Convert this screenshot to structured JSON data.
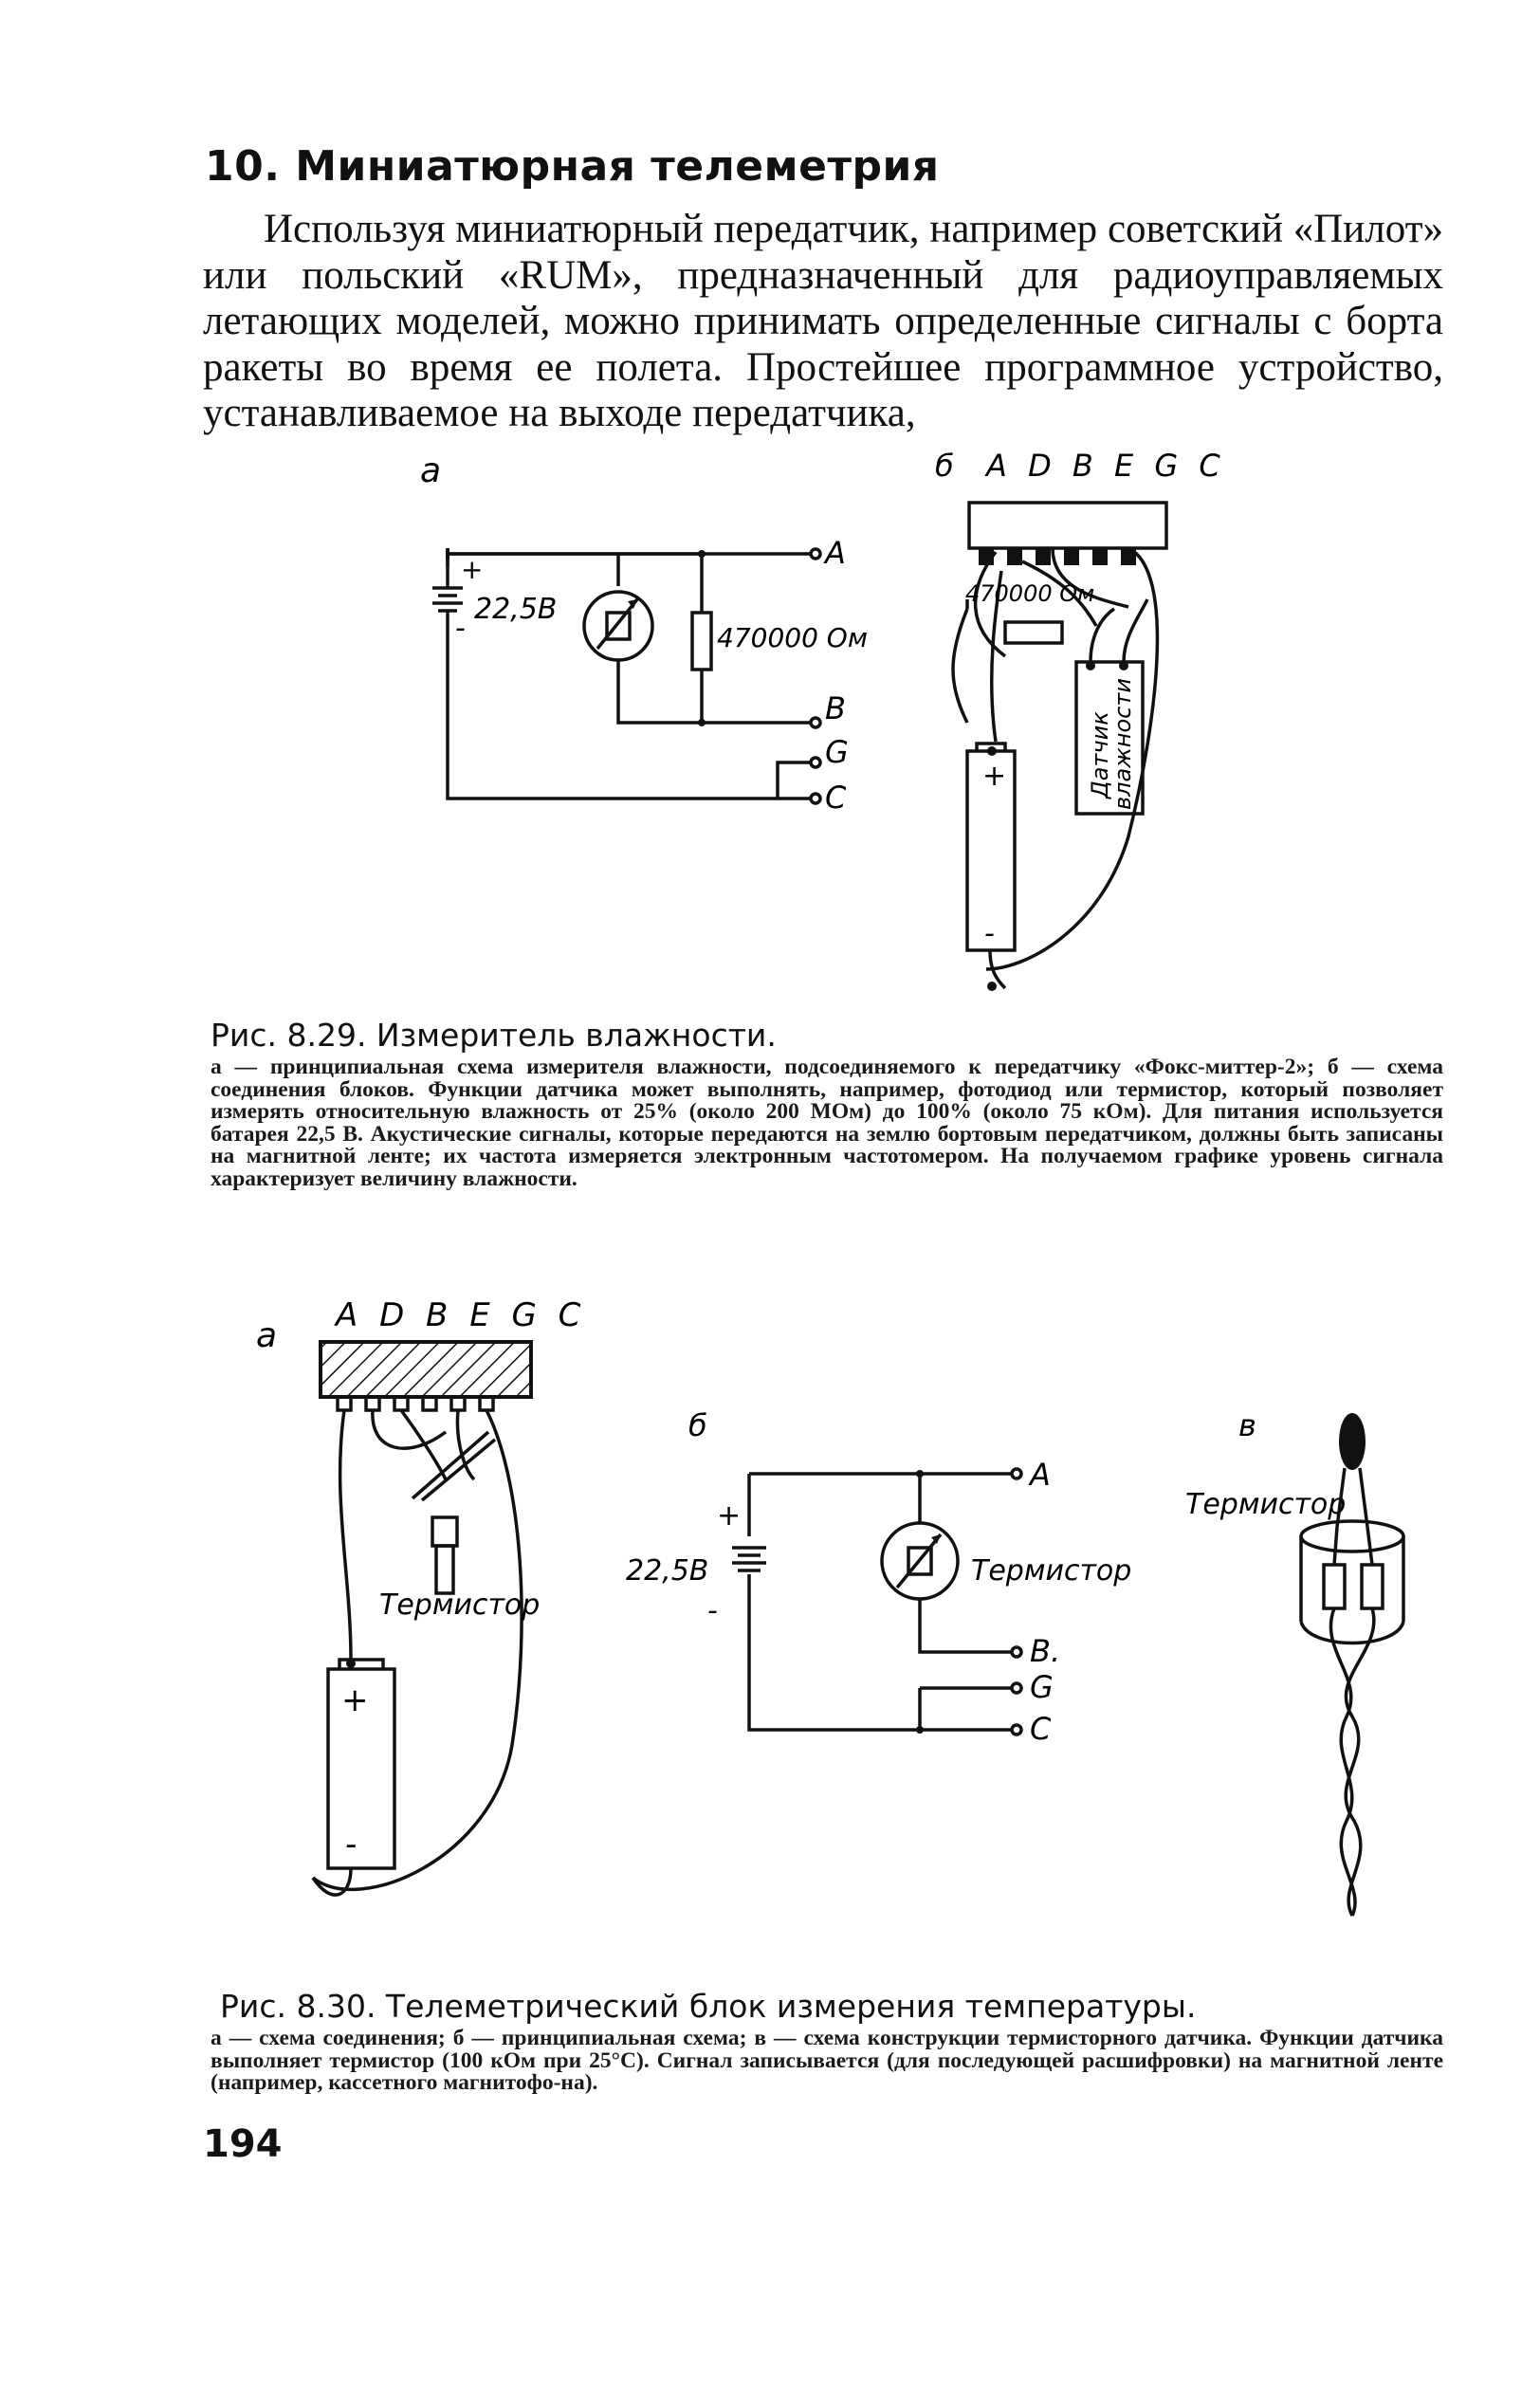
{
  "section": {
    "heading": "10. Миниатюрная телеметрия",
    "intro": "Используя миниатюрный передатчик, например советский «Пилот» или польский «RUM», предназначенный для радиоуправляемых летающих моделей, можно принимать определенные сигналы с борта ракеты во время ее полета. Простейшее программное устройство, устанавливаемое на выходе передатчика,"
  },
  "figure_829": {
    "panel_a_letter": "а",
    "panel_b_letter": "б",
    "battery_plus": "+",
    "battery_minus": "-",
    "battery_voltage": "22,5В",
    "resistor_label": "470000 Ом",
    "resistor_label_b": "470000 Ом",
    "terminal_a": "A",
    "terminal_b": "B",
    "terminal_g": "G",
    "terminal_c": "C",
    "connector_pins": "A D B E G C",
    "sensor_label_line1": "Датчик",
    "sensor_label_line2": "влажности",
    "cell_plus": "+",
    "cell_minus": "-",
    "caption_title": "Рис. 8.29. Измеритель влажности.",
    "caption_body": "а — принципиальная схема измерителя влажности, подсоединяемого к передатчику «Фокс-миттер-2»; б — схема соединения блоков. Функции датчика может выполнять, например, фотодиод или термистор, который позволяет измерять относительную влажность от 25% (около 200 МОм) до 100% (около 75 кОм). Для питания используется батарея 22,5 В. Акустические сигналы, которые передаются на землю бортовым передатчиком, должны быть записаны на магнитной ленте; их частота измеряется электронным частотомером. На получаемом графике уровень сигнала характеризует величину влажности."
  },
  "figure_830": {
    "panel_a_letter": "а",
    "panel_b_letter": "б",
    "panel_c_letter": "в",
    "connector_pins": "A D B E G C",
    "thermistor_label_a": "Термистор",
    "thermistor_label_b": "Термистор",
    "thermistor_label_c": "Термистор",
    "battery_plus": "+",
    "battery_minus": "-",
    "battery_voltage": "22,5В",
    "terminal_a": "A",
    "terminal_b": "B.",
    "terminal_g": "G",
    "terminal_c": "C",
    "cell_plus": "+",
    "cell_minus": "-",
    "caption_title": "Рис. 8.30. Телеметрический блок измерения температуры.",
    "caption_body": "а — схема соединения; б — принципиальная схема; в — схема конструкции термисторного датчика. Функции датчика выполняет термистор (100 кОм при 25°С). Сигнал записывается (для последующей расшифровки) на магнитной ленте (например, кассетного магнитофо-на)."
  },
  "page_number": "194"
}
